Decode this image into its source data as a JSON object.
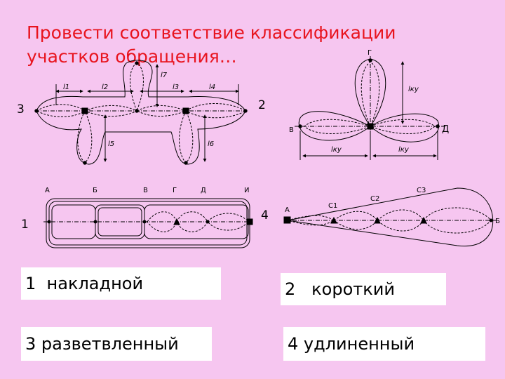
{
  "title": {
    "line1": "Провести соответствие классификации",
    "line2": "участков обращения…"
  },
  "diagram_numbers": [
    "3",
    "2",
    "1",
    "4"
  ],
  "diagram3": {
    "labels": [
      "l1",
      "l2",
      "l7",
      "l3",
      "l4",
      "l5",
      "l6"
    ]
  },
  "diagram2": {
    "point_labels": {
      "top": "Г",
      "left": "В",
      "right": "Д"
    },
    "lengths": [
      "lку",
      "lку",
      "lку"
    ]
  },
  "diagram1": {
    "point_labels": [
      "А",
      "Б",
      "В",
      "Г",
      "Д",
      "И"
    ]
  },
  "diagram4": {
    "point_labels": {
      "start": "А",
      "end": "Б"
    },
    "c_labels": [
      "С1",
      "С2",
      "С3"
    ]
  },
  "answers": [
    {
      "number": "1",
      "text": "накладной"
    },
    {
      "number": "2",
      "text": "короткий"
    },
    {
      "number": "3",
      "text": "разветвленный"
    },
    {
      "number": "4",
      "text": "удлиненный"
    }
  ],
  "colors": {
    "title": "#e8141e",
    "background": "#f6c6f0",
    "box": "#ffffff"
  }
}
